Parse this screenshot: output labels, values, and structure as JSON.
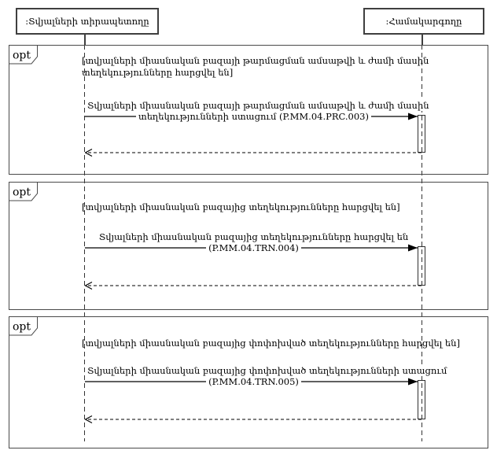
{
  "diagram": {
    "kind": "uml-sequence-diagram",
    "colors": {
      "line": "#000000",
      "border": "#3f3f3f",
      "background": "#ffffff"
    },
    "actors": [
      {
        "name": ":Տվյալների տիրապետողը"
      },
      {
        "name": ":Համակարգողը"
      }
    ],
    "fragments": [
      {
        "operator": "opt",
        "guard": "[տվյալների միասնական բազայի թարմացման ամսաթվի և ժամի մասին տեղեկությունները հարցվել են]",
        "guard_lines": [
          "[տվյալների միասնական բազայի թարմացման ամսաթվի և ժամի մասին",
          "տեղեկությունները հարցվել են]"
        ],
        "message": {
          "full": "Տվյալների միասնական բազայի թարմացման ամսաթվի և ժամի մասին տեղեկությունների ստացում (P.MM.04.PRC.003)",
          "lines": [
            "Տվյալների միասնական բազայի թարմացման ամսաթվի և ժամի մասին",
            "տեղեկությունների ստացում (P.MM.04.PRC.003)"
          ],
          "code": "P.MM.04.PRC.003",
          "type": "sync-solid-filled-arrow"
        },
        "return_message": {
          "type": "dashed-open-arrow"
        }
      },
      {
        "operator": "opt",
        "guard": "[տվյալների միասնական բազայից տեղեկությունները հարցվել են]",
        "guard_lines": [
          "[տվյալների միասնական բազայից տեղեկությունները հարցվել են]"
        ],
        "message": {
          "full": "Տվյալների միասնական բազայից տեղեկությունները հարցվել են (P.MM.04.TRN.004)",
          "lines": [
            "Տվյալների միասնական բազայից տեղեկությունները հարցվել են",
            "(P.MM.04.TRN.004)"
          ],
          "code": "P.MM.04.TRN.004",
          "type": "sync-solid-filled-arrow"
        },
        "return_message": {
          "type": "dashed-open-arrow"
        }
      },
      {
        "operator": "opt",
        "guard": "[տվյալների միասնական բազայից փոփոխված տեղեկությունները հարցվել են]",
        "guard_lines": [
          "[տվյալների միասնական բազայից փոփոխված տեղեկությունները հարցվել են]"
        ],
        "message": {
          "full": "Տվյալների միասնական բազայից փոփոխված տեղեկությունների ստացում (P.MM.04.TRN.005)",
          "lines": [
            "Տվյալների միասնական բազայից փոփոխված տեղեկությունների ստացում",
            "(P.MM.04.TRN.005)"
          ],
          "code": "P.MM.04.TRN.005",
          "type": "sync-solid-filled-arrow"
        },
        "return_message": {
          "type": "dashed-open-arrow"
        }
      }
    ]
  }
}
